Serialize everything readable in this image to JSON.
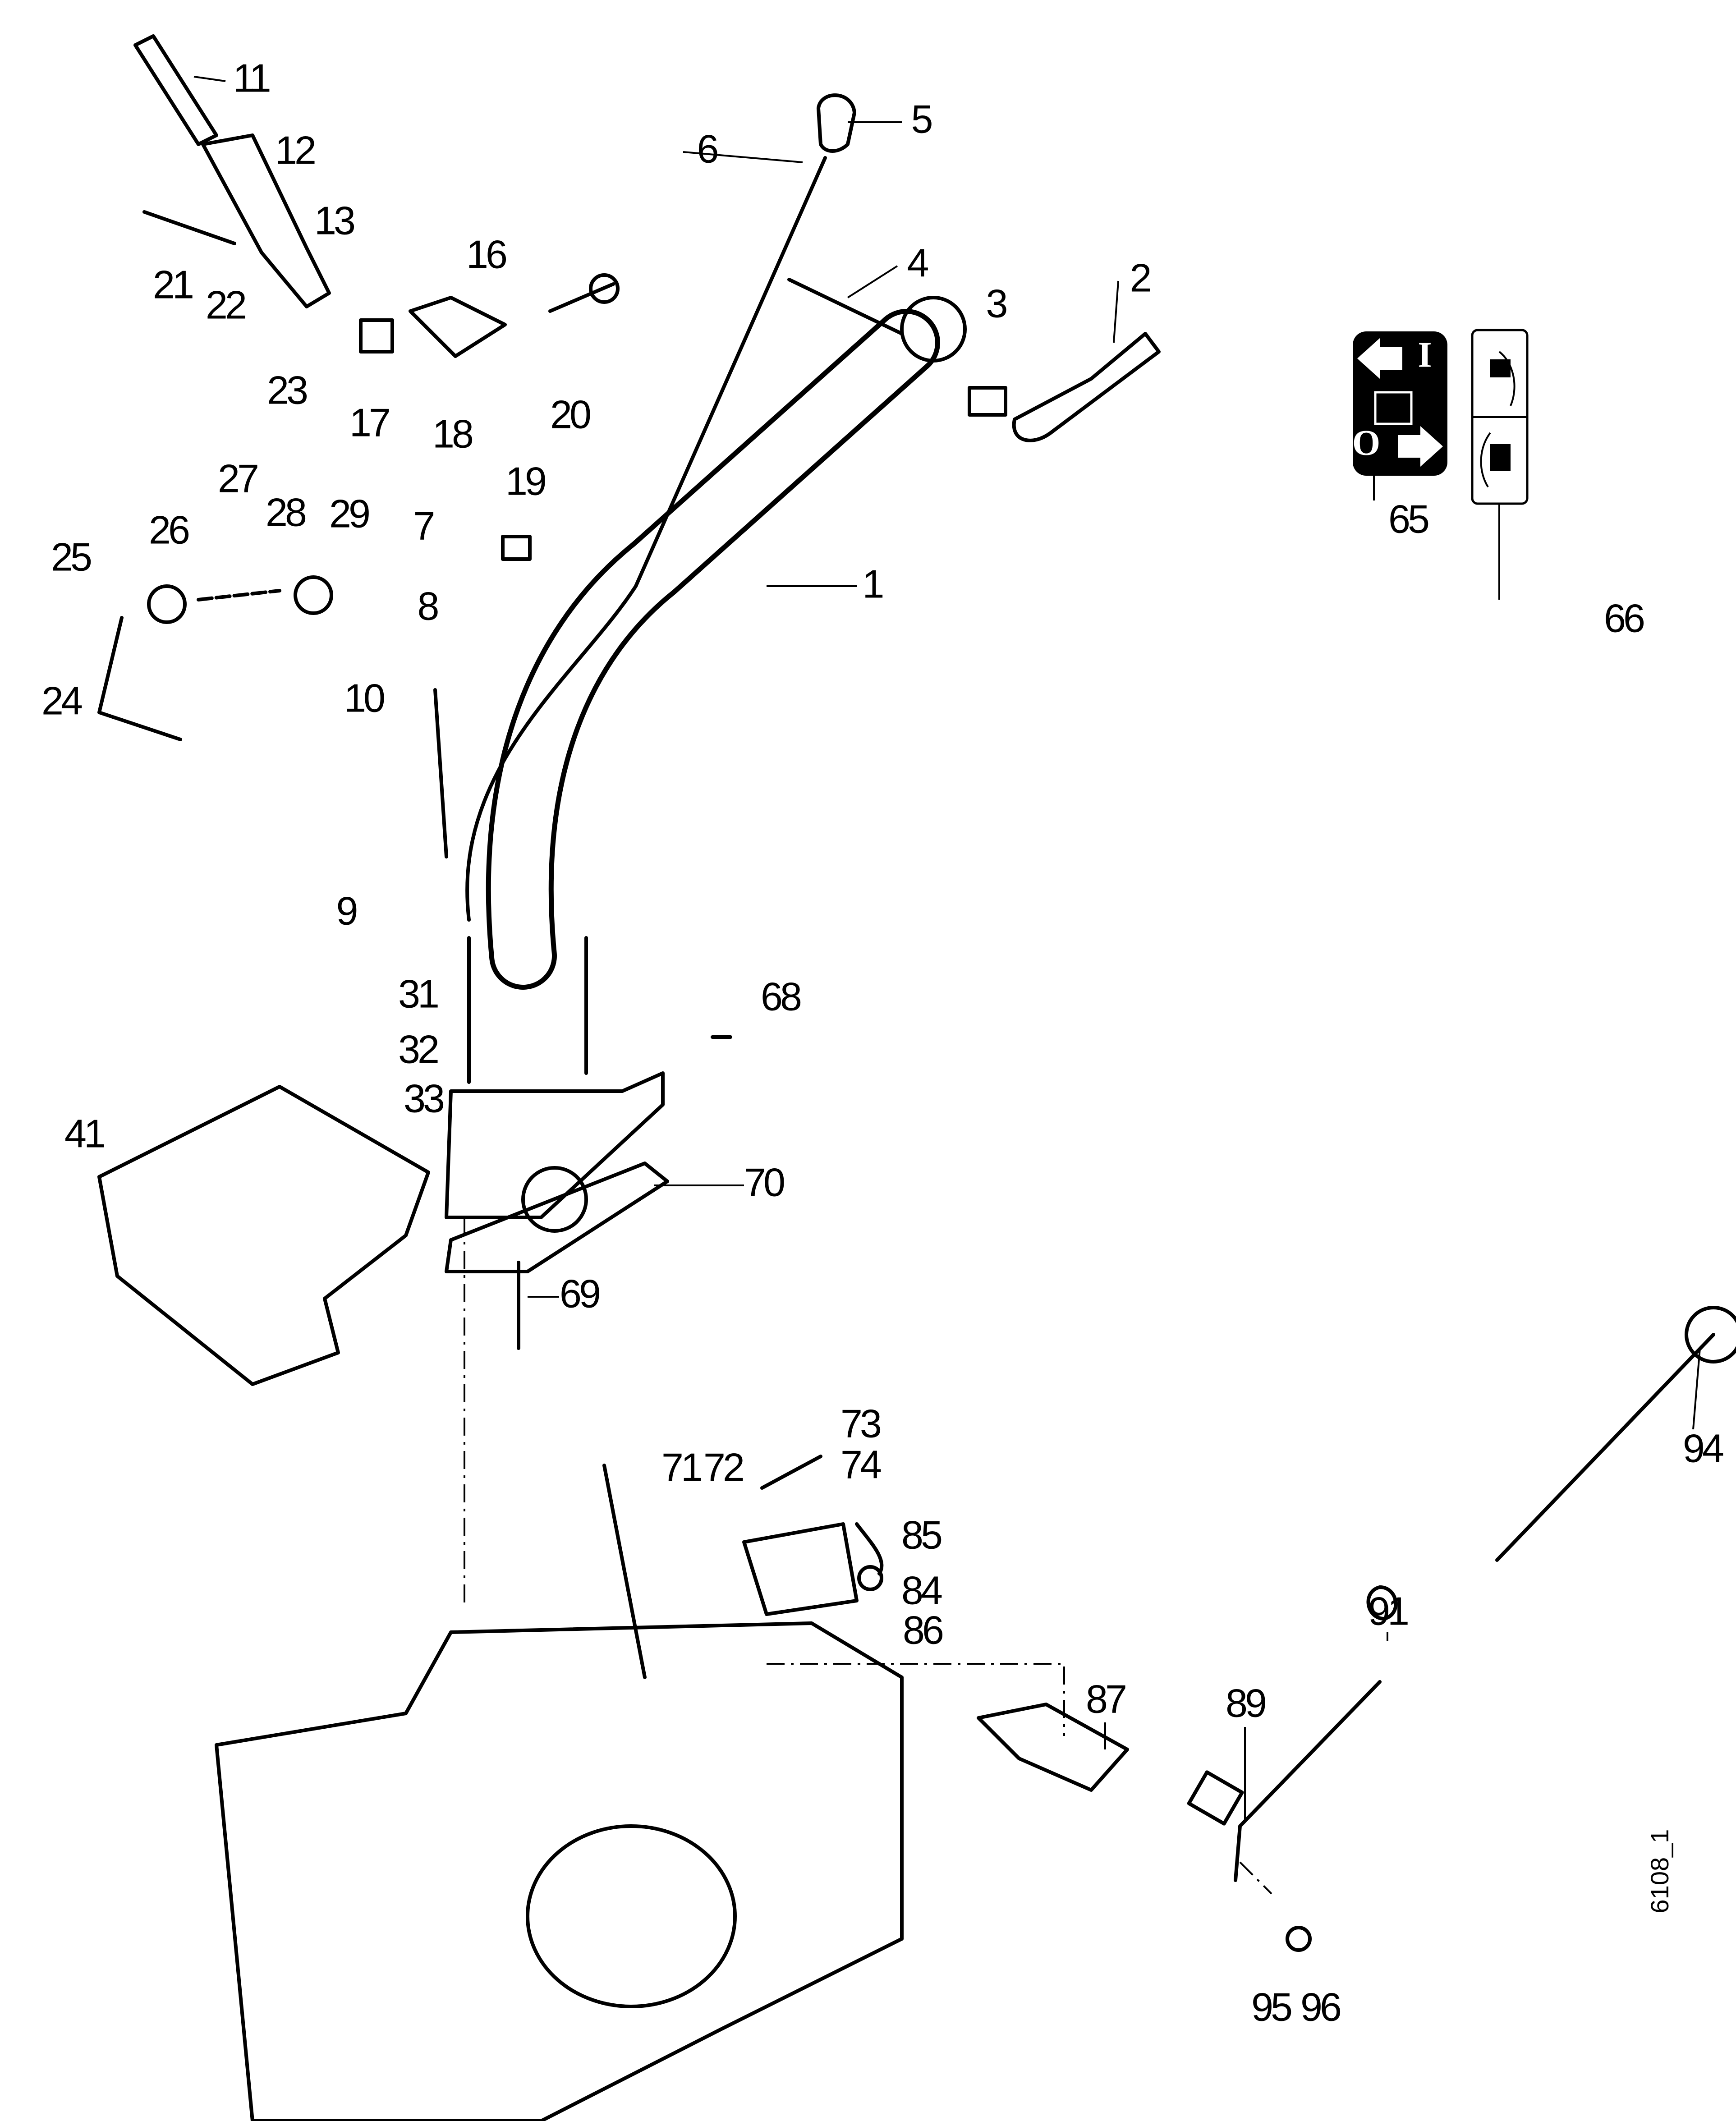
{
  "diagram": {
    "drawing_number": "6108_1",
    "callouts": [
      "1",
      "2",
      "3",
      "4",
      "5",
      "6",
      "7",
      "8",
      "9",
      "10",
      "11",
      "12",
      "13",
      "16",
      "17",
      "18",
      "19",
      "20",
      "21",
      "22",
      "23",
      "24",
      "25",
      "26",
      "27",
      "28",
      "29",
      "31",
      "32",
      "33",
      "41",
      "65",
      "66",
      "68",
      "69",
      "70",
      "71",
      "72",
      "73",
      "74",
      "84",
      "85",
      "86",
      "87",
      "89",
      "91",
      "94",
      "95",
      "96"
    ],
    "decal_65": {
      "top_symbol": "I",
      "bottom_symbol": "O"
    },
    "colors": {
      "ink": "#000000",
      "paper": "#ffffff"
    }
  }
}
